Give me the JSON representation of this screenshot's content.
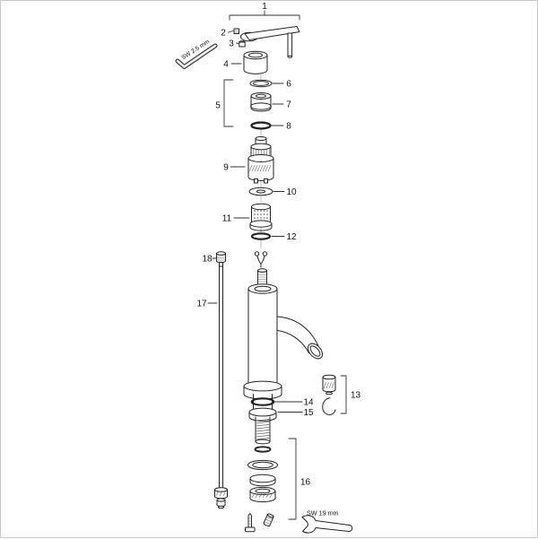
{
  "diagram": {
    "type": "exploded-parts-diagram",
    "subject": "single-lever basin mixer faucet with parts list callouts",
    "background": "#ffffff",
    "line_color": "#222222",
    "detail_line_color": "#666666",
    "border_color": "#c8c8c8"
  },
  "labels": {
    "p1": "1",
    "p2": "2",
    "p3": "3",
    "p4": "4",
    "p5": "5",
    "p6": "6",
    "p7": "7",
    "p8": "8",
    "p9": "9",
    "p10": "10",
    "p11": "11",
    "p12": "12",
    "p13": "13",
    "p14": "14",
    "p15": "15",
    "p16": "16",
    "p17": "17",
    "p18": "18"
  },
  "annotations": {
    "allen_key": "SW 2.5 mm",
    "open_end_wrench": "SW 19 mm"
  }
}
